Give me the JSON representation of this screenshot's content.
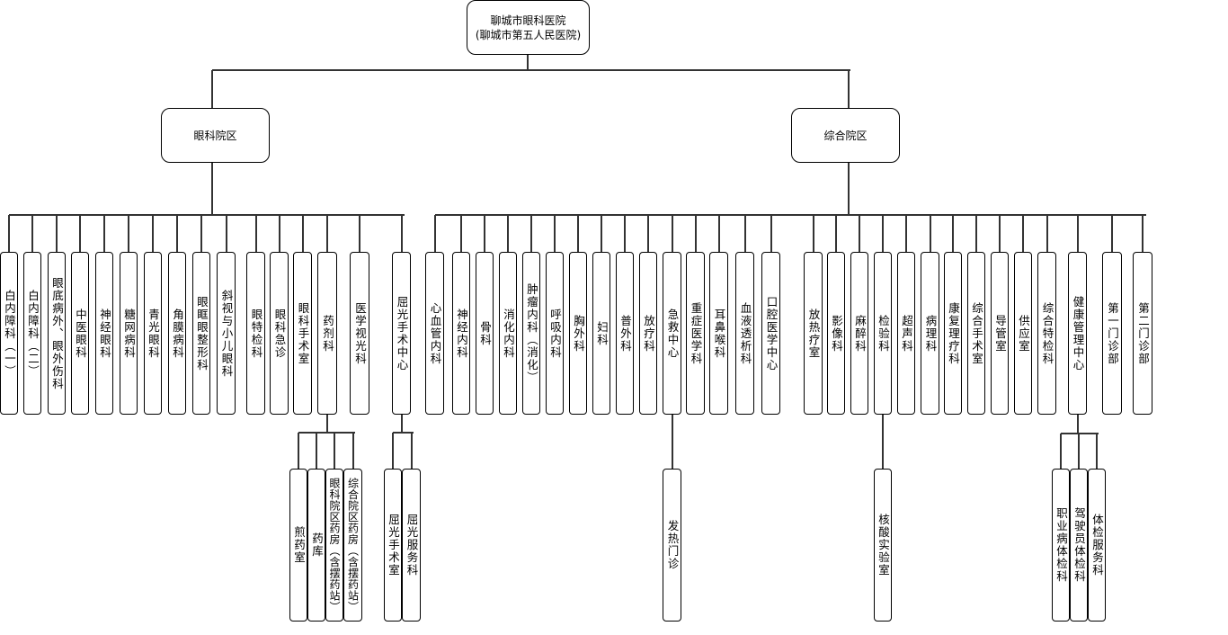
{
  "root": {
    "line1": "聊城市眼科医院",
    "line2": "(聊城市第五人民医院)"
  },
  "campuses": [
    {
      "name": "眼科院区",
      "departments": [
        {
          "name": "白内障科（一）"
        },
        {
          "name": "白内障科（二）"
        },
        {
          "name": "眼底病外、眼外伤科"
        },
        {
          "name": "中医眼科"
        },
        {
          "name": "神经眼科"
        },
        {
          "name": "糖网病科"
        },
        {
          "name": "青光眼科"
        },
        {
          "name": "角膜病科"
        },
        {
          "name": "眼眶眼整形科"
        },
        {
          "name": "斜视与小儿眼科"
        },
        {
          "name": "眼特检科"
        },
        {
          "name": "眼科急诊"
        },
        {
          "name": "眼科手术室"
        },
        {
          "name": "药剂科",
          "children": [
            "煎药室",
            "药库",
            "眼科院区药房（含摆药站）",
            "综合院区药房（含摆药站）"
          ]
        },
        {
          "name": "医学视光科"
        },
        {
          "name": "屈光手术中心",
          "children": [
            "屈光手术室",
            "屈光服务科"
          ]
        }
      ]
    },
    {
      "name": "综合院区",
      "departments": [
        {
          "name": "心血管内科"
        },
        {
          "name": "神经内科"
        },
        {
          "name": "骨科"
        },
        {
          "name": "消化内科"
        },
        {
          "name": "肿瘤内科（消化）"
        },
        {
          "name": "呼吸内科"
        },
        {
          "name": "胸外科"
        },
        {
          "name": "妇科"
        },
        {
          "name": "普外科"
        },
        {
          "name": "放疗科"
        },
        {
          "name": "急救中心",
          "children": [
            "发热门诊"
          ]
        },
        {
          "name": "重症医学科"
        },
        {
          "name": "耳鼻喉科"
        },
        {
          "name": "血液透析科"
        },
        {
          "name": "口腔医学中心"
        },
        {
          "name": "放热疗室"
        },
        {
          "name": "影像科"
        },
        {
          "name": "麻醉科"
        },
        {
          "name": "检验科",
          "children": [
            "核酸实验室"
          ]
        },
        {
          "name": "超声科"
        },
        {
          "name": "病理科"
        },
        {
          "name": "康复理疗科"
        },
        {
          "name": "综合手术室"
        },
        {
          "name": "导管室"
        },
        {
          "name": "供应室"
        },
        {
          "name": "综合特检科"
        },
        {
          "name": "健康管理中心",
          "children": [
            "职业病体检科",
            "驾驶员体检科",
            "体检服务科"
          ]
        },
        {
          "name": "第一门诊部"
        },
        {
          "name": "第二门诊部"
        }
      ]
    }
  ]
}
